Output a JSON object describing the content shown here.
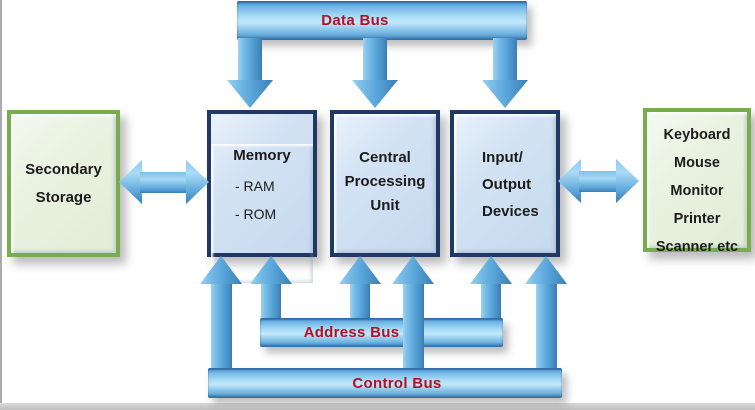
{
  "buses": {
    "data": {
      "label": "Data Bus"
    },
    "address": {
      "label": "Address Bus"
    },
    "control": {
      "label": "Control Bus"
    }
  },
  "boxes": {
    "secondary_storage": {
      "lines": [
        "Secondary",
        "Storage"
      ]
    },
    "memory": {
      "title": "Memory",
      "items": [
        "- RAM",
        "- ROM"
      ]
    },
    "cpu": {
      "lines": [
        "Central",
        "Processing",
        "Unit"
      ]
    },
    "io": {
      "lines": [
        "Input/",
        "Output",
        "Devices"
      ]
    },
    "peripherals": {
      "lines": [
        "Keyboard",
        "Mouse",
        "Monitor",
        "Printer",
        "Scanner etc"
      ]
    }
  },
  "colors": {
    "bus_label_red": "#B21023",
    "blue_box_border": "#1F3864",
    "blue_box_fill": "#CCDFF1",
    "green_box_border": "#77AD4D",
    "green_box_fill": "#E9F2E1",
    "arrow_blue": "#58A4D9"
  }
}
